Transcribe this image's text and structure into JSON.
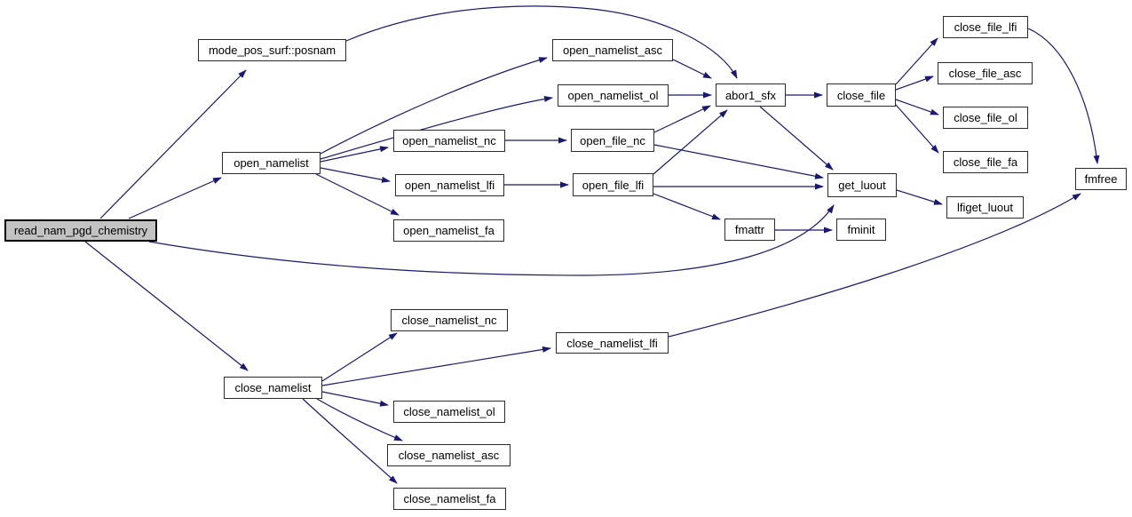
{
  "diagram": {
    "type": "call-graph",
    "root": "read_nam_pgd_chemistry",
    "colors": {
      "edge": "#191970",
      "node_fill": "#ffffff",
      "node_border": "#2b2b2b",
      "root_fill": "#c3c3c3",
      "text": "#000000",
      "background": "#ffffff"
    },
    "nodes": {
      "read_nam_pgd_chemistry": {
        "label": "read_nam_pgd_chemistry",
        "highlighted": true
      },
      "mode_pos_surf_posnam": {
        "label": "mode_pos_surf::posnam"
      },
      "open_namelist": {
        "label": "open_namelist"
      },
      "open_namelist_asc": {
        "label": "open_namelist_asc"
      },
      "open_namelist_ol": {
        "label": "open_namelist_ol"
      },
      "open_namelist_nc": {
        "label": "open_namelist_nc"
      },
      "open_namelist_lfi": {
        "label": "open_namelist_lfi"
      },
      "open_namelist_fa": {
        "label": "open_namelist_fa"
      },
      "open_file_nc": {
        "label": "open_file_nc"
      },
      "open_file_lfi": {
        "label": "open_file_lfi"
      },
      "abor1_sfx": {
        "label": "abor1_sfx"
      },
      "close_file": {
        "label": "close_file"
      },
      "close_file_lfi": {
        "label": "close_file_lfi"
      },
      "close_file_asc": {
        "label": "close_file_asc"
      },
      "close_file_ol": {
        "label": "close_file_ol"
      },
      "close_file_fa": {
        "label": "close_file_fa"
      },
      "fmfree": {
        "label": "fmfree"
      },
      "get_luout": {
        "label": "get_luout"
      },
      "lfiget_luout": {
        "label": "lfiget_luout"
      },
      "fmattr": {
        "label": "fmattr"
      },
      "fminit": {
        "label": "fminit"
      },
      "close_namelist": {
        "label": "close_namelist"
      },
      "close_namelist_nc": {
        "label": "close_namelist_nc"
      },
      "close_namelist_lfi": {
        "label": "close_namelist_lfi"
      },
      "close_namelist_ol": {
        "label": "close_namelist_ol"
      },
      "close_namelist_asc": {
        "label": "close_namelist_asc"
      },
      "close_namelist_fa": {
        "label": "close_namelist_fa"
      }
    },
    "edges": [
      {
        "from": "read_nam_pgd_chemistry",
        "to": "mode_pos_surf_posnam"
      },
      {
        "from": "read_nam_pgd_chemistry",
        "to": "open_namelist"
      },
      {
        "from": "read_nam_pgd_chemistry",
        "to": "close_namelist"
      },
      {
        "from": "read_nam_pgd_chemistry",
        "to": "get_luout"
      },
      {
        "from": "mode_pos_surf_posnam",
        "to": "abor1_sfx"
      },
      {
        "from": "open_namelist",
        "to": "open_namelist_asc"
      },
      {
        "from": "open_namelist",
        "to": "open_namelist_ol"
      },
      {
        "from": "open_namelist",
        "to": "open_namelist_nc"
      },
      {
        "from": "open_namelist",
        "to": "open_namelist_lfi"
      },
      {
        "from": "open_namelist",
        "to": "open_namelist_fa"
      },
      {
        "from": "open_namelist_asc",
        "to": "abor1_sfx"
      },
      {
        "from": "open_namelist_ol",
        "to": "abor1_sfx"
      },
      {
        "from": "open_namelist_nc",
        "to": "open_file_nc"
      },
      {
        "from": "open_namelist_lfi",
        "to": "open_file_lfi"
      },
      {
        "from": "open_file_nc",
        "to": "abor1_sfx"
      },
      {
        "from": "open_file_nc",
        "to": "get_luout"
      },
      {
        "from": "open_file_lfi",
        "to": "abor1_sfx"
      },
      {
        "from": "open_file_lfi",
        "to": "get_luout"
      },
      {
        "from": "open_file_lfi",
        "to": "fmattr"
      },
      {
        "from": "abor1_sfx",
        "to": "close_file"
      },
      {
        "from": "abor1_sfx",
        "to": "get_luout"
      },
      {
        "from": "close_file",
        "to": "close_file_lfi"
      },
      {
        "from": "close_file",
        "to": "close_file_asc"
      },
      {
        "from": "close_file",
        "to": "close_file_ol"
      },
      {
        "from": "close_file",
        "to": "close_file_fa"
      },
      {
        "from": "close_file_lfi",
        "to": "fmfree"
      },
      {
        "from": "get_luout",
        "to": "lfiget_luout"
      },
      {
        "from": "fmattr",
        "to": "fminit"
      },
      {
        "from": "close_namelist",
        "to": "close_namelist_nc"
      },
      {
        "from": "close_namelist",
        "to": "close_namelist_lfi"
      },
      {
        "from": "close_namelist",
        "to": "close_namelist_ol"
      },
      {
        "from": "close_namelist",
        "to": "close_namelist_asc"
      },
      {
        "from": "close_namelist",
        "to": "close_namelist_fa"
      },
      {
        "from": "close_namelist_lfi",
        "to": "fmfree"
      }
    ]
  }
}
